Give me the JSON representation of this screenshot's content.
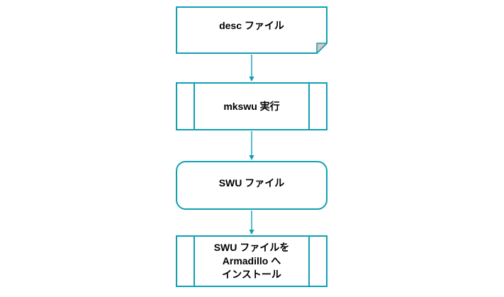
{
  "diagram": {
    "type": "flowchart",
    "background_color": "#ffffff",
    "stroke_color": "#119fb2",
    "text_color": "#000000",
    "fold_fill_color": "#d8c6c6",
    "nodes": [
      {
        "id": "desc-file",
        "shape": "document",
        "label": "desc ファイル"
      },
      {
        "id": "mkswu",
        "shape": "predefined-process",
        "label": "mkswu 実行"
      },
      {
        "id": "swu-file",
        "shape": "rounded-rectangle",
        "label": "SWU ファイル"
      },
      {
        "id": "swu-install",
        "shape": "predefined-process",
        "label": "SWU ファイルを\nArmadillo へ\nインストール"
      }
    ],
    "connections": [
      {
        "from": "desc-file",
        "to": "mkswu"
      },
      {
        "from": "mkswu",
        "to": "swu-file"
      },
      {
        "from": "swu-file",
        "to": "swu-install"
      }
    ]
  }
}
